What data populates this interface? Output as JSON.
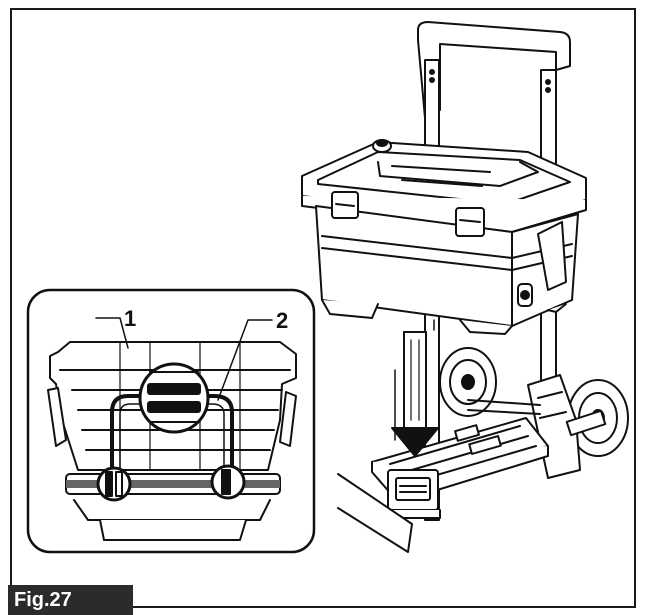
{
  "figure": {
    "label": "Fig.27",
    "callouts": [
      {
        "id": "1",
        "text": "1"
      },
      {
        "id": "2",
        "text": "2"
      }
    ]
  }
}
